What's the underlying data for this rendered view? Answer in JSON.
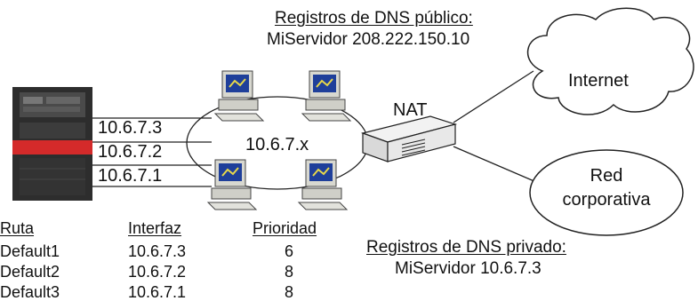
{
  "public_dns": {
    "heading": "Registros de DNS público:",
    "record": "MiServidor  208.222.150.10"
  },
  "private_dns": {
    "heading": "Registros de DNS privado:",
    "record": "MiServidor  10.6.7.3"
  },
  "server_interfaces": [
    "10.6.7.3",
    "10.6.7.2",
    "10.6.7.1"
  ],
  "subnet_label": "10.6.7.x",
  "nat_label": "NAT",
  "clouds": {
    "internet": "Internet",
    "corporate_line1": "Red",
    "corporate_line2": "corporativa"
  },
  "route_table": {
    "headers": [
      "Ruta",
      "Interfaz",
      "Prioridad"
    ],
    "rows": [
      [
        "Default1",
        "10.6.7.3",
        "6"
      ],
      [
        "Default2",
        "10.6.7.2",
        "8"
      ],
      [
        "Default3",
        "10.6.7.1",
        "8"
      ]
    ]
  },
  "colors": {
    "server_red": "#d42a2a",
    "server_dark": "#2a2a2a",
    "screen_blue": "#1f3f9a"
  }
}
